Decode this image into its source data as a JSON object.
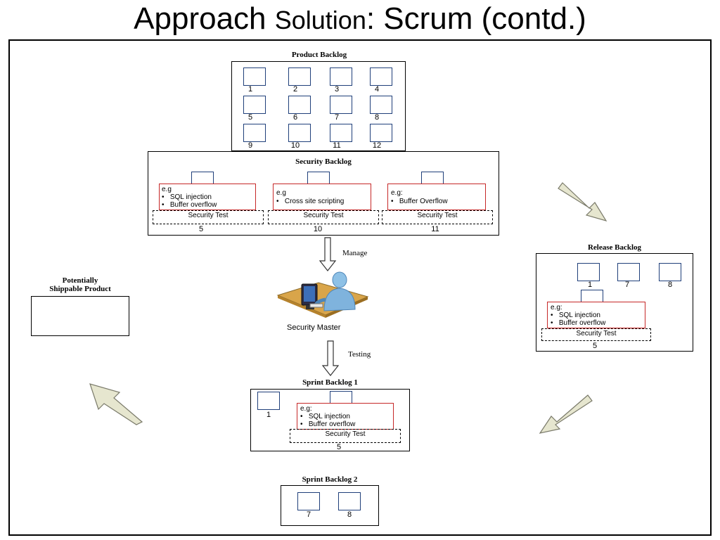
{
  "title": {
    "main": "Approach",
    "sub": "Solution",
    "rest": ": Scrum (contd.)"
  },
  "product_backlog": {
    "heading": "Product Backlog",
    "items": [
      "1",
      "2",
      "3",
      "4",
      "5",
      "6",
      "7",
      "8",
      "9",
      "10",
      "11",
      "12"
    ]
  },
  "security_backlog": {
    "heading": "Security Backlog",
    "cards": [
      {
        "eg": "e.g",
        "bullets": [
          "SQL injection",
          "Buffer overflow"
        ],
        "test": "Security Test",
        "num": "5"
      },
      {
        "eg": "e.g",
        "bullets": [
          "Cross site scripting"
        ],
        "test": "Security Test",
        "num": "10"
      },
      {
        "eg": "e.g:",
        "bullets": [
          "Buffer Overflow"
        ],
        "test": "Security Test",
        "num": "11"
      }
    ]
  },
  "manage_label": "Manage",
  "testing_label": "Testing",
  "security_master_label": "Security Master",
  "release_backlog": {
    "heading": "Release Backlog",
    "items": [
      "1",
      "7",
      "8"
    ],
    "card": {
      "eg": "e.g:",
      "bullets": [
        "SQL injection",
        "Buffer overflow"
      ],
      "test": "Security Test",
      "num": "5"
    }
  },
  "potentially_shippable": {
    "line1": "Potentially",
    "line2": "Shippable Product"
  },
  "sprint_backlog_1": {
    "heading": "Sprint Backlog 1",
    "item": "1",
    "card": {
      "eg": "e.g:",
      "bullets": [
        "SQL injection",
        "Buffer overflow"
      ],
      "test": "Security Test",
      "num": "5"
    }
  },
  "sprint_backlog_2": {
    "heading": "Sprint Backlog 2",
    "items": [
      "7",
      "8"
    ]
  },
  "colors": {
    "square_border": "#1f3f7a",
    "card_border": "#c62828",
    "arrow_fill": "#e6e6cf",
    "arrow_stroke": "#7a7a6a"
  }
}
